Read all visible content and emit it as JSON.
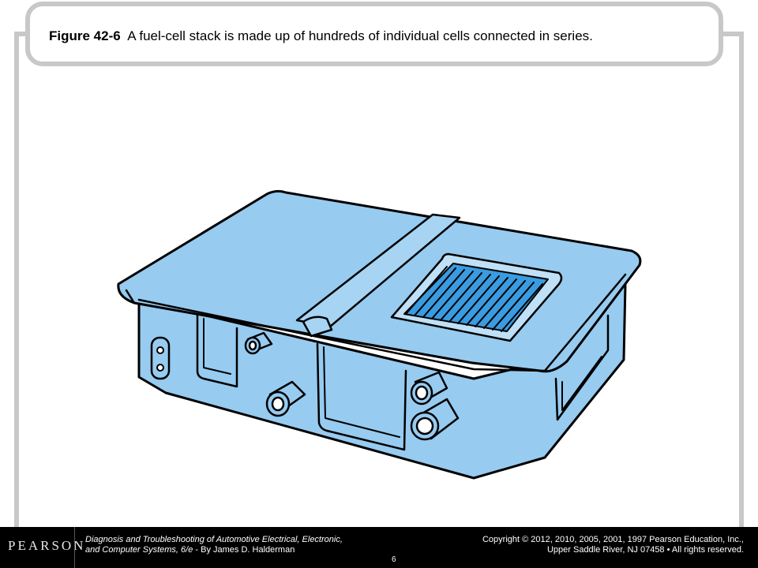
{
  "caption": {
    "figure_label": "Figure 42-6",
    "text": "A fuel-cell stack is made up of hundreds of individual cells connected in series."
  },
  "footer": {
    "logo": "PEARSON",
    "book_line1": "Diagnosis and Troubleshooting of Automotive Electrical, Electronic,",
    "book_line2_italic": "and Computer Systems, 6/e",
    "book_line2_author": " - By James D. Halderman",
    "copyright_line1": "Copyright © 2012, 2010, 2005, 2001, 1997 Pearson Education, Inc.,",
    "copyright_line2": "Upper Saddle River, NJ 07458 • All rights reserved.",
    "page_number": "6"
  },
  "colors": {
    "stack_fill": "#97cbf0",
    "grid_fill": "#3a9be0",
    "frame": "#c8c8c8",
    "footer_bg": "#000000"
  }
}
